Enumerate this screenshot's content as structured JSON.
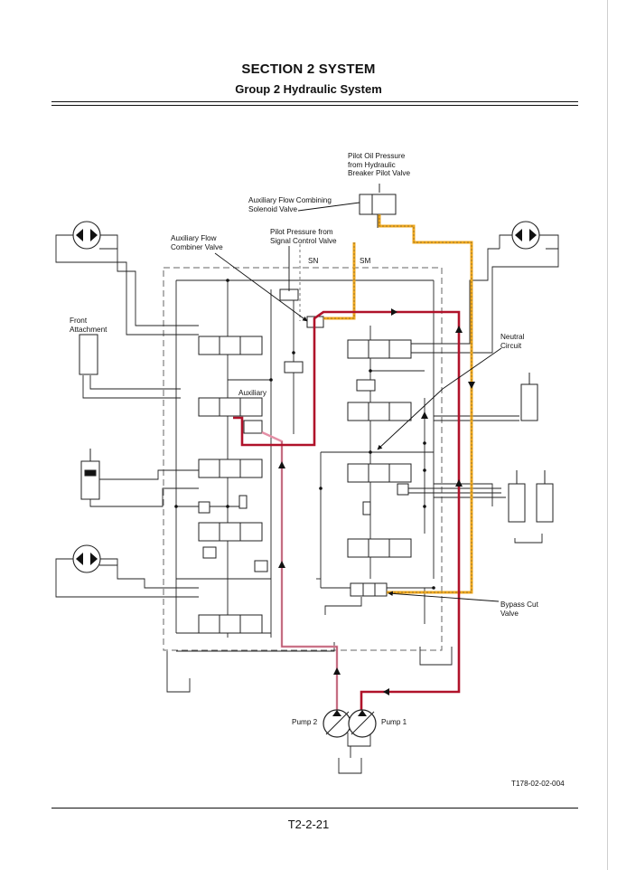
{
  "header": {
    "section_title": "SECTION 2 SYSTEM",
    "group_title": "Group 2 Hydraulic System"
  },
  "diagram": {
    "labels": {
      "pilot_oil_pressure": "Pilot Oil Pressure\nfrom Hydraulic\nBreaker Pilot Valve",
      "aux_flow_solenoid": "Auxiliary Flow Combining\nSolenoid Valve",
      "aux_flow_combiner": "Auxiliary Flow\nCombiner Valve",
      "pilot_signal_control": "Pilot Pressure from\nSignal Control Valve",
      "sn": "SN",
      "sm": "SM",
      "front_attachment": "Front\nAttachment",
      "auxiliary": "Auxiliary",
      "neutral_circuit": "Neutral\nCircuit",
      "bypass_cut_valve": "Bypass Cut\nValve",
      "pump2": "Pump 2",
      "pump1": "Pump 1",
      "figure_id": "T178-02-02-004"
    },
    "colors": {
      "pump1_flow": "#b0122a",
      "pump2_flow": "#e58fa6",
      "pilot_pressure": "#f0a81c",
      "line": "#222222"
    }
  },
  "footer": {
    "page_number": "T2-2-21"
  }
}
